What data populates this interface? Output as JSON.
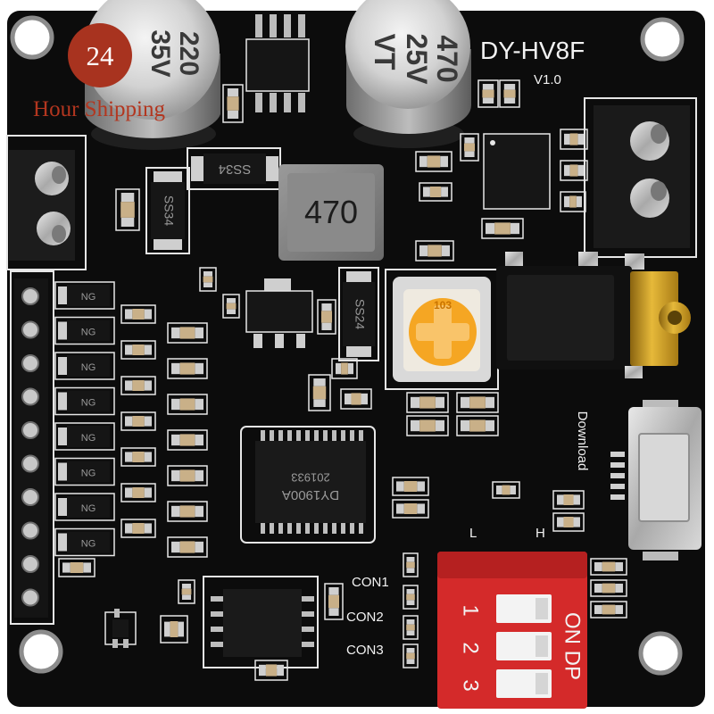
{
  "badge": {
    "number": "24",
    "caption": "Hour Shipping"
  },
  "board": {
    "model": "DY-HV8F",
    "version": "V1.0",
    "download_label": "Download",
    "switch_side_low": "L",
    "switch_side_high": "H",
    "connector_labels": [
      "CON1",
      "CON2",
      "CON3"
    ]
  },
  "capacitors": [
    {
      "value": "220",
      "voltage": "35V"
    },
    {
      "value": "470",
      "voltage": "25V",
      "series": "VT"
    }
  ],
  "inductor": {
    "value": "470"
  },
  "diodes": {
    "schottky_top": "SS34",
    "schottky_left": "SS34",
    "schottky_right": "SS24",
    "small_diode_mark": "NG"
  },
  "potentiometer": {
    "code": "103"
  },
  "decoder_chip": {
    "part": "DY1900A",
    "date": "201933"
  },
  "dip_switch": {
    "label": "ON DP",
    "positions": [
      "1",
      "2",
      "3"
    ]
  },
  "colors": {
    "board": "#0c0c0c",
    "badge": "#a8331f",
    "dip_switch": "#d42a2a",
    "potentiometer_rotor": "#f5a623",
    "jack_contacts": "#d4a024"
  }
}
